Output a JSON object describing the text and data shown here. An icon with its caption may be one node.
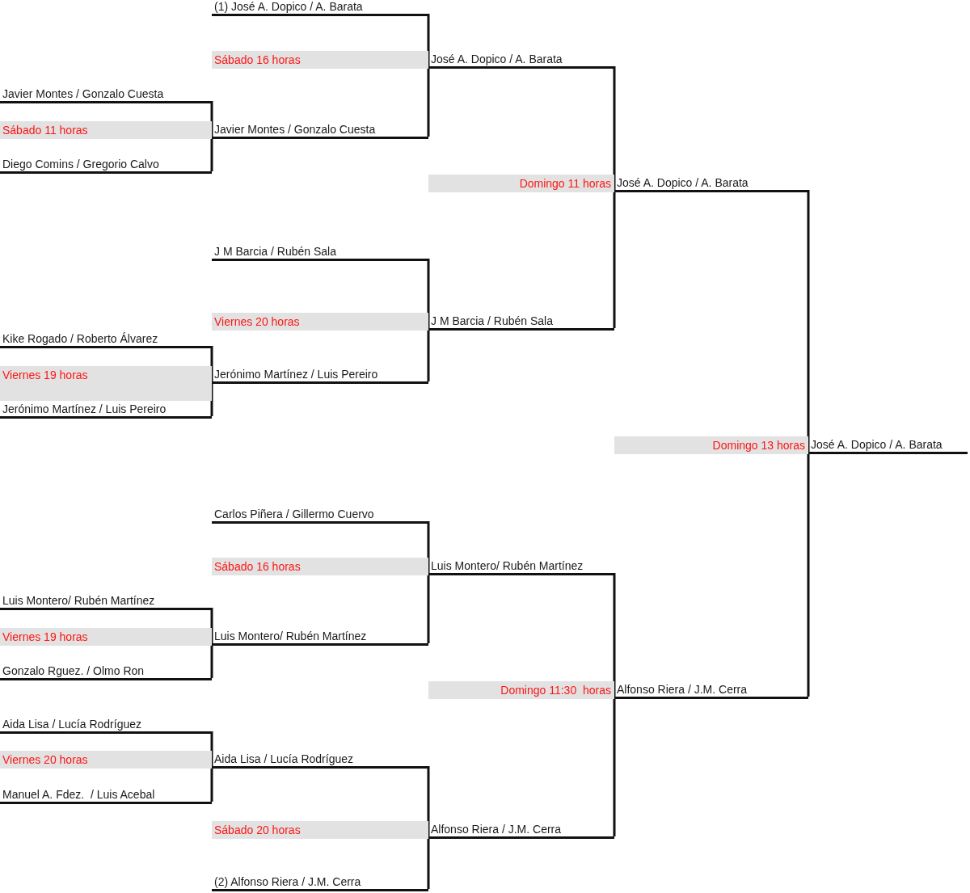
{
  "diagram": {
    "nodes": [
      {
        "text": [
          "(1) José A. Dopico / A. Barata"
        ]
      },
      {
        "text": [
          "Sábado 16 horas"
        ]
      },
      {
        "text": [
          "José A. Dopico / A. Barata"
        ]
      },
      {
        "text": [
          "Javier Montes / Gonzalo Cuesta"
        ]
      },
      {
        "text": [
          "Sábado 11 horas"
        ]
      },
      {
        "text": [
          "Javier Montes / Gonzalo Cuesta"
        ]
      },
      {
        "text": [
          "Diego Comins / Gregorio Calvo"
        ]
      },
      {
        "text": [
          "Domingo 11 horas"
        ]
      },
      {
        "text": [
          "José A. Dopico / A. Barata"
        ]
      },
      {
        "text": [
          "J M Barcia / Rubén Sala"
        ]
      },
      {
        "text": [
          "Viernes 20 horas"
        ]
      },
      {
        "text": [
          "J M Barcia / Rubén Sala"
        ]
      },
      {
        "text": [
          "Kike Rogado / Roberto Álvarez"
        ]
      },
      {
        "text": [
          "Viernes 19 horas"
        ]
      },
      {
        "text": [
          "Jerónimo Martínez / Luis Pereiro"
        ]
      },
      {
        "text": [
          "Jerónimo Martínez / Luis Pereiro"
        ]
      },
      {
        "text": [
          "Domingo 13 horas"
        ]
      },
      {
        "text": [
          "José A. Dopico / A. Barata"
        ]
      },
      {
        "text": [
          "Carlos Piñera / Gillermo Cuervo"
        ]
      },
      {
        "text": [
          "Sábado 16 horas"
        ]
      },
      {
        "text": [
          "Luis Montero/ Rubén Martínez"
        ]
      },
      {
        "text": [
          "Luis Montero/ Rubén Martínez"
        ]
      },
      {
        "text": [
          "Viernes 19 horas"
        ]
      },
      {
        "text": [
          "Luis Montero/ Rubén Martínez"
        ]
      },
      {
        "text": [
          "Gonzalo Rguez. / Olmo Ron"
        ]
      },
      {
        "text": [
          "Domingo 11:30  horas"
        ]
      },
      {
        "text": [
          "Alfonso Riera / J.M. Cerra"
        ]
      },
      {
        "text": [
          "Aida Lisa / Lucía Rodríguez"
        ]
      },
      {
        "text": [
          "Viernes 20 horas"
        ]
      },
      {
        "text": [
          "Aida Lisa / Lucía Rodríguez"
        ]
      },
      {
        "text": [
          "Manuel A. Fdez.  / Luis Acebal"
        ]
      },
      {
        "text": [
          "Sábado 20 horas"
        ]
      },
      {
        "text": [
          "Alfonso Riera / J.M. Cerra"
        ]
      },
      {
        "text": [
          "(2) Alfonso Riera / J.M. Cerra"
        ]
      }
    ],
    "edges": [
      {
        "from": 0,
        "to": 2,
        "arrow": "none"
      },
      {
        "from": 5,
        "to": 2,
        "arrow": "none"
      },
      {
        "from": 3,
        "to": 5,
        "arrow": "none"
      },
      {
        "from": 6,
        "to": 5,
        "arrow": "none"
      },
      {
        "from": 2,
        "to": 8,
        "arrow": "none"
      },
      {
        "from": 11,
        "to": 8,
        "arrow": "none"
      },
      {
        "from": 9,
        "to": 11,
        "arrow": "none"
      },
      {
        "from": 14,
        "to": 11,
        "arrow": "none"
      },
      {
        "from": 12,
        "to": 14,
        "arrow": "none"
      },
      {
        "from": 15,
        "to": 14,
        "arrow": "none"
      },
      {
        "from": 8,
        "to": 17,
        "arrow": "none"
      },
      {
        "from": 26,
        "to": 17,
        "arrow": "none"
      },
      {
        "from": 18,
        "to": 20,
        "arrow": "none"
      },
      {
        "from": 23,
        "to": 20,
        "arrow": "none"
      },
      {
        "from": 21,
        "to": 23,
        "arrow": "none"
      },
      {
        "from": 24,
        "to": 23,
        "arrow": "none"
      },
      {
        "from": 20,
        "to": 26,
        "arrow": "none"
      },
      {
        "from": 32,
        "to": 26,
        "arrow": "none"
      },
      {
        "from": 27,
        "to": 29,
        "arrow": "none"
      },
      {
        "from": 30,
        "to": 29,
        "arrow": "none"
      },
      {
        "from": 29,
        "to": 32,
        "arrow": "none"
      },
      {
        "from": 33,
        "to": 32,
        "arrow": "none"
      }
    ]
  }
}
